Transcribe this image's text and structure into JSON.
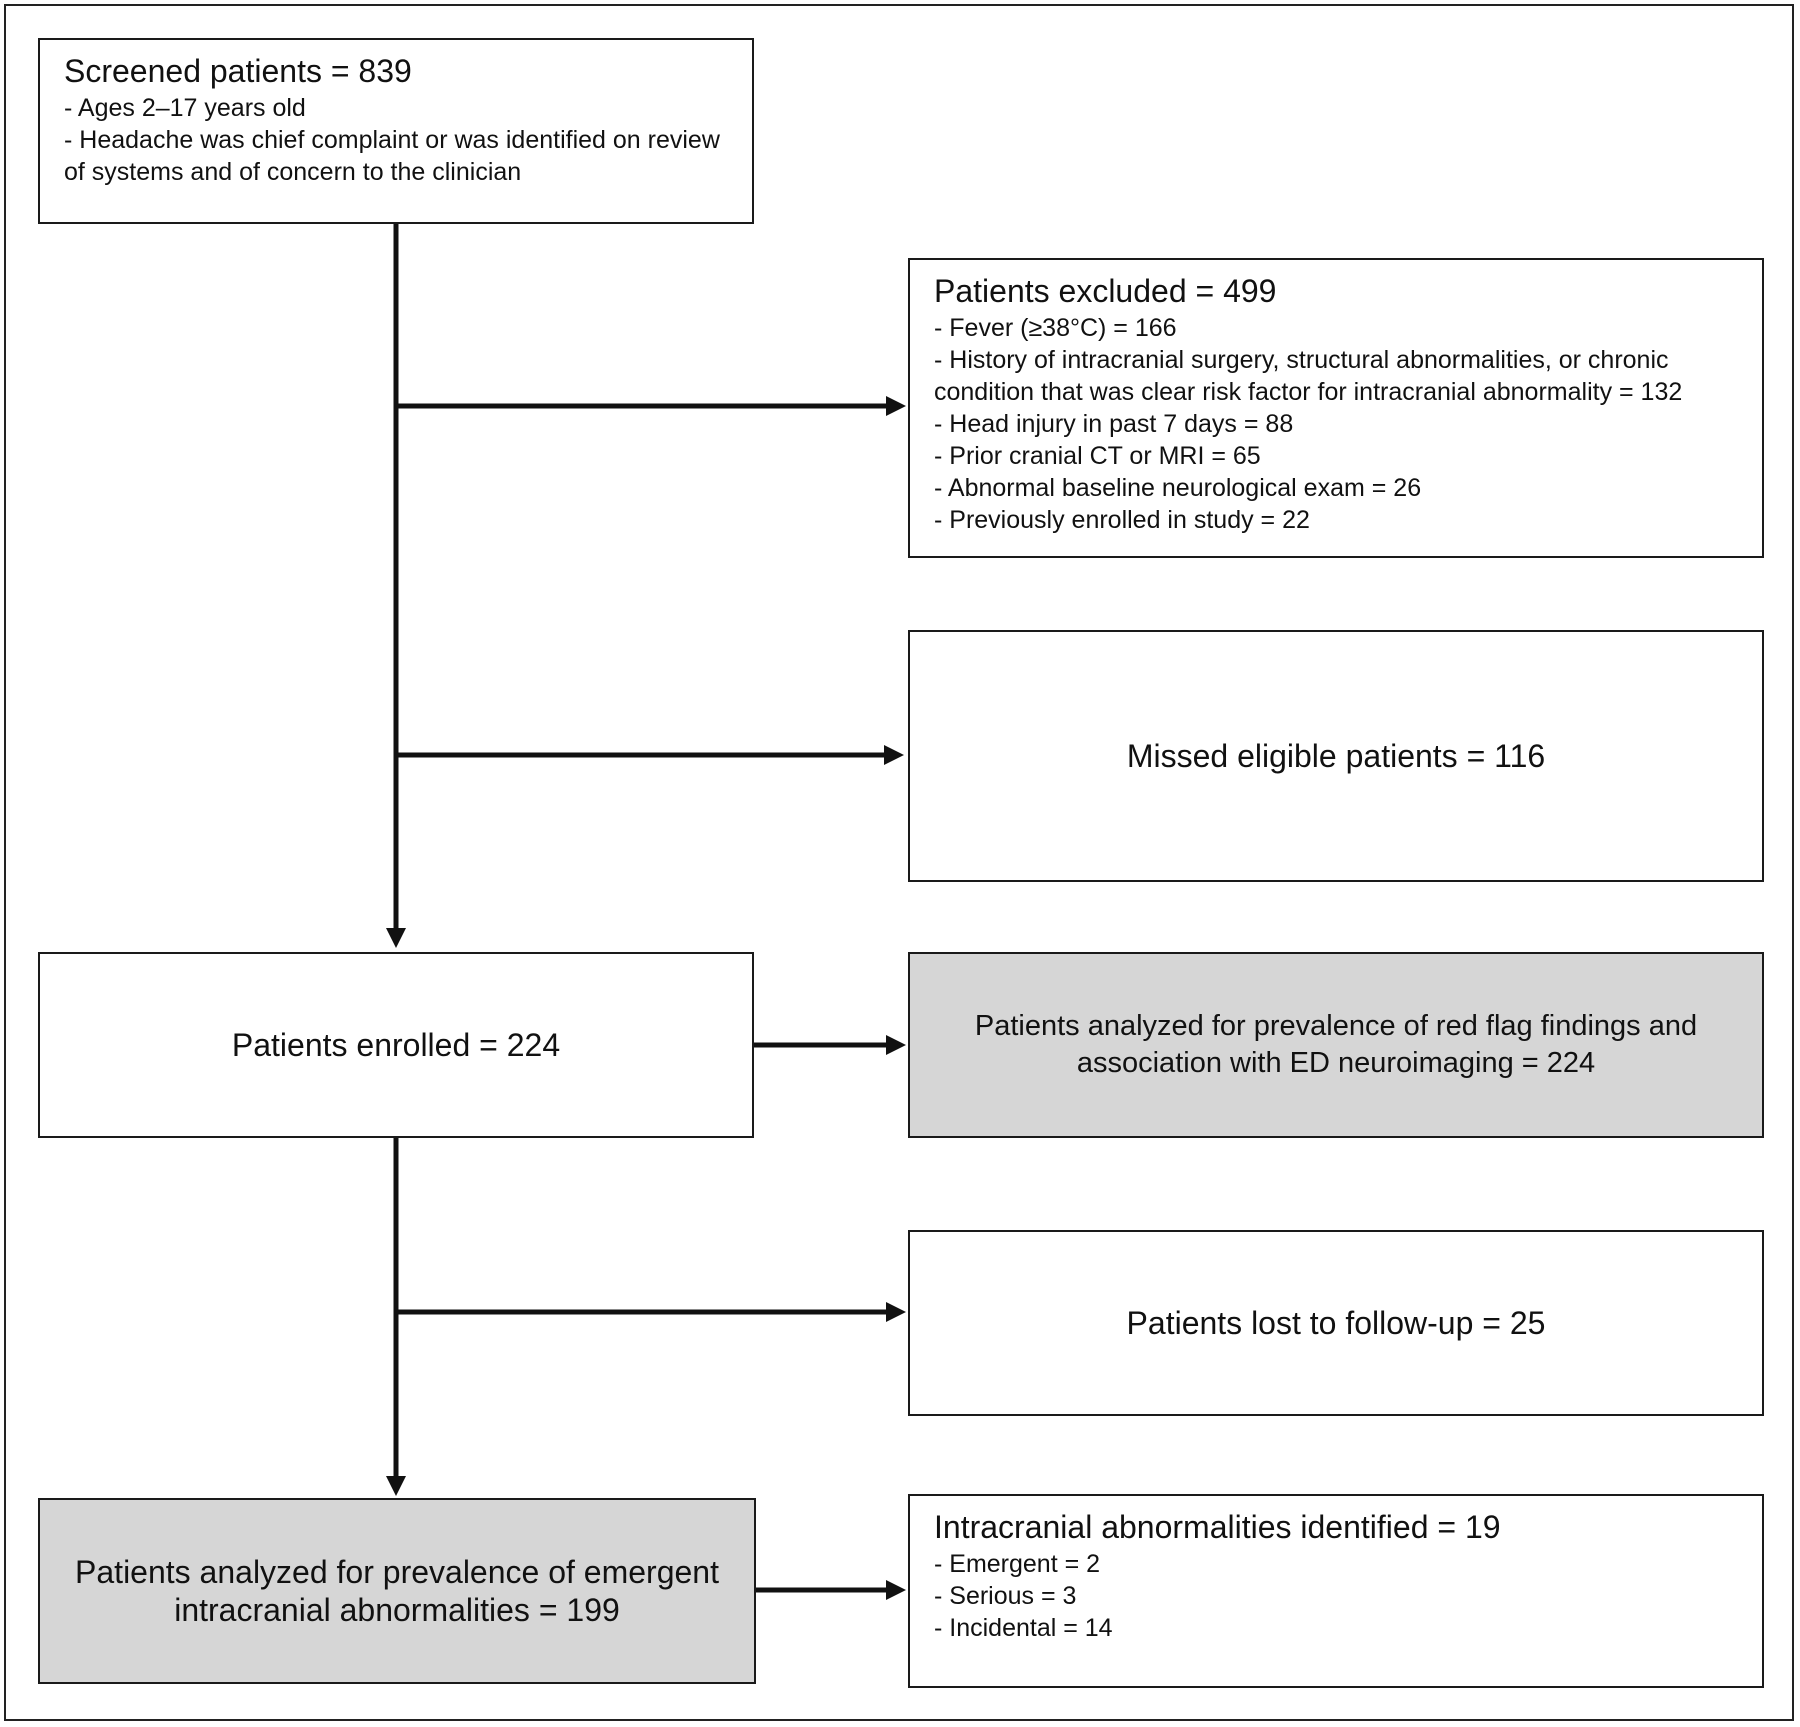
{
  "screened": {
    "title": "Screened patients = 839",
    "items": [
      "- Ages 2–17 years old",
      "- Headache was chief complaint or was identified on review of systems and of concern to the clinician"
    ]
  },
  "excluded": {
    "title": "Patients excluded = 499",
    "items": [
      "- Fever (≥38°C) = 166",
      "- History of intracranial surgery, structural abnormalities, or chronic condition that was clear risk factor for intracranial abnormality = 132",
      "- Head injury in past 7 days = 88",
      "- Prior cranial CT or MRI = 65",
      "- Abnormal baseline neurological exam = 26",
      "- Previously enrolled in study = 22"
    ]
  },
  "missed": {
    "text": "Missed eligible patients = 116"
  },
  "enrolled": {
    "text": "Patients enrolled = 224"
  },
  "analyzed_red_flag": {
    "text": "Patients analyzed for prevalence of red flag findings and association with ED neuroimaging = 224"
  },
  "lost": {
    "text": "Patients lost to follow-up = 25"
  },
  "analyzed_emergent": {
    "text": "Patients analyzed for prevalence of emergent intracranial abnormalities = 199"
  },
  "abnormalities": {
    "title": "Intracranial abnormalities identified = 19",
    "items": [
      "- Emergent = 2",
      "- Serious = 3",
      "- Incidental = 14"
    ]
  },
  "colors": {
    "box_border": "#1a1a1a",
    "shaded_fill": "#d6d6d6",
    "line": "#111111"
  }
}
